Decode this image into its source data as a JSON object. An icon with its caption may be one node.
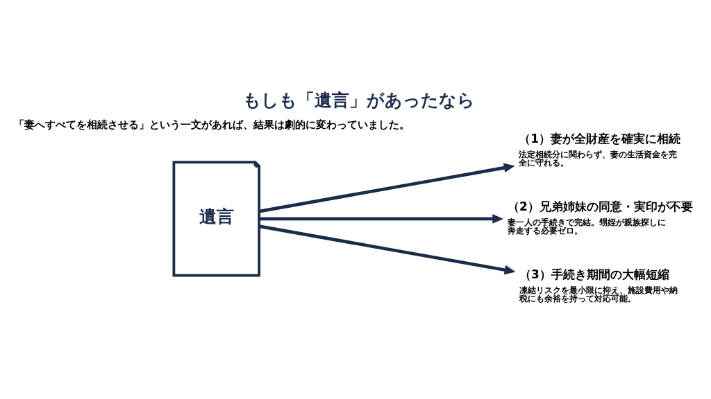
{
  "diagram": {
    "title": "もしも「遺言」があったなら",
    "nodes": [
      {
        "text": [
          "遺言"
        ]
      },
      {
        "text": [
          "（1）妻が全財産を確実に相続",
          "法定相続分に関わらず、妻の生活資金を完全に守れる。"
        ]
      },
      {
        "text": [
          "（2）兄弟姉妹の同意・実印が不要",
          "妻一人の手続きで完結。甥姪が親族探しに奔走する必要ゼロ。"
        ]
      },
      {
        "text": [
          "（3）手続き期間の大幅短縮",
          "凍結リスクを最小限に抑え、施設費用や納税にも余裕を持って対応可能。"
        ]
      }
    ],
    "edges": [
      {
        "from": 0,
        "to": 1,
        "arrow": "to"
      },
      {
        "from": 0,
        "to": 2,
        "arrow": "to"
      },
      {
        "from": 0,
        "to": 3,
        "arrow": "to"
      }
    ],
    "labels": [
      "「妻へすべてを相続させる」という一文があれば、結果は劇的に変わっていました。"
    ]
  }
}
